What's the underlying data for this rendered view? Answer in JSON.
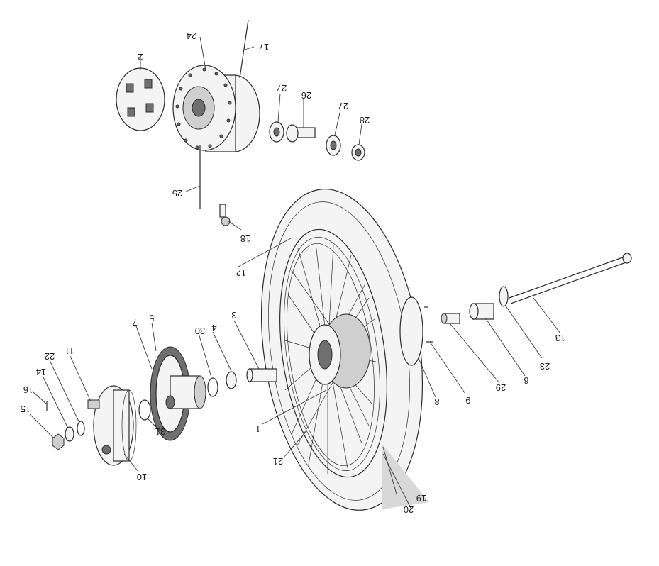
{
  "callouts": [
    {
      "id": "c1",
      "text": "1"
    },
    {
      "id": "c2",
      "text": "2"
    },
    {
      "id": "c3",
      "text": "3"
    },
    {
      "id": "c4",
      "text": "4"
    },
    {
      "id": "c5",
      "text": "5"
    },
    {
      "id": "c6",
      "text": "6"
    },
    {
      "id": "c7",
      "text": "7"
    },
    {
      "id": "c8",
      "text": "8"
    },
    {
      "id": "c9",
      "text": "9"
    },
    {
      "id": "c10",
      "text": "10"
    },
    {
      "id": "c11",
      "text": "11"
    },
    {
      "id": "c12",
      "text": "12"
    },
    {
      "id": "c13",
      "text": "13"
    },
    {
      "id": "c14",
      "text": "14"
    },
    {
      "id": "c15",
      "text": "15"
    },
    {
      "id": "c16",
      "text": "16"
    },
    {
      "id": "c17",
      "text": "17"
    },
    {
      "id": "c18",
      "text": "18"
    },
    {
      "id": "c19",
      "text": "19"
    },
    {
      "id": "c20",
      "text": "20"
    },
    {
      "id": "c21",
      "text": "21"
    },
    {
      "id": "c22",
      "text": "22"
    },
    {
      "id": "c23",
      "text": "23"
    },
    {
      "id": "c24",
      "text": "24"
    },
    {
      "id": "c25",
      "text": "25"
    },
    {
      "id": "c26",
      "text": "26"
    },
    {
      "id": "c27a",
      "text": "27"
    },
    {
      "id": "c27b",
      "text": "27"
    },
    {
      "id": "c28",
      "text": "28"
    },
    {
      "id": "c29",
      "text": "29"
    },
    {
      "id": "c30",
      "text": "30"
    },
    {
      "id": "c31",
      "text": "31"
    }
  ]
}
